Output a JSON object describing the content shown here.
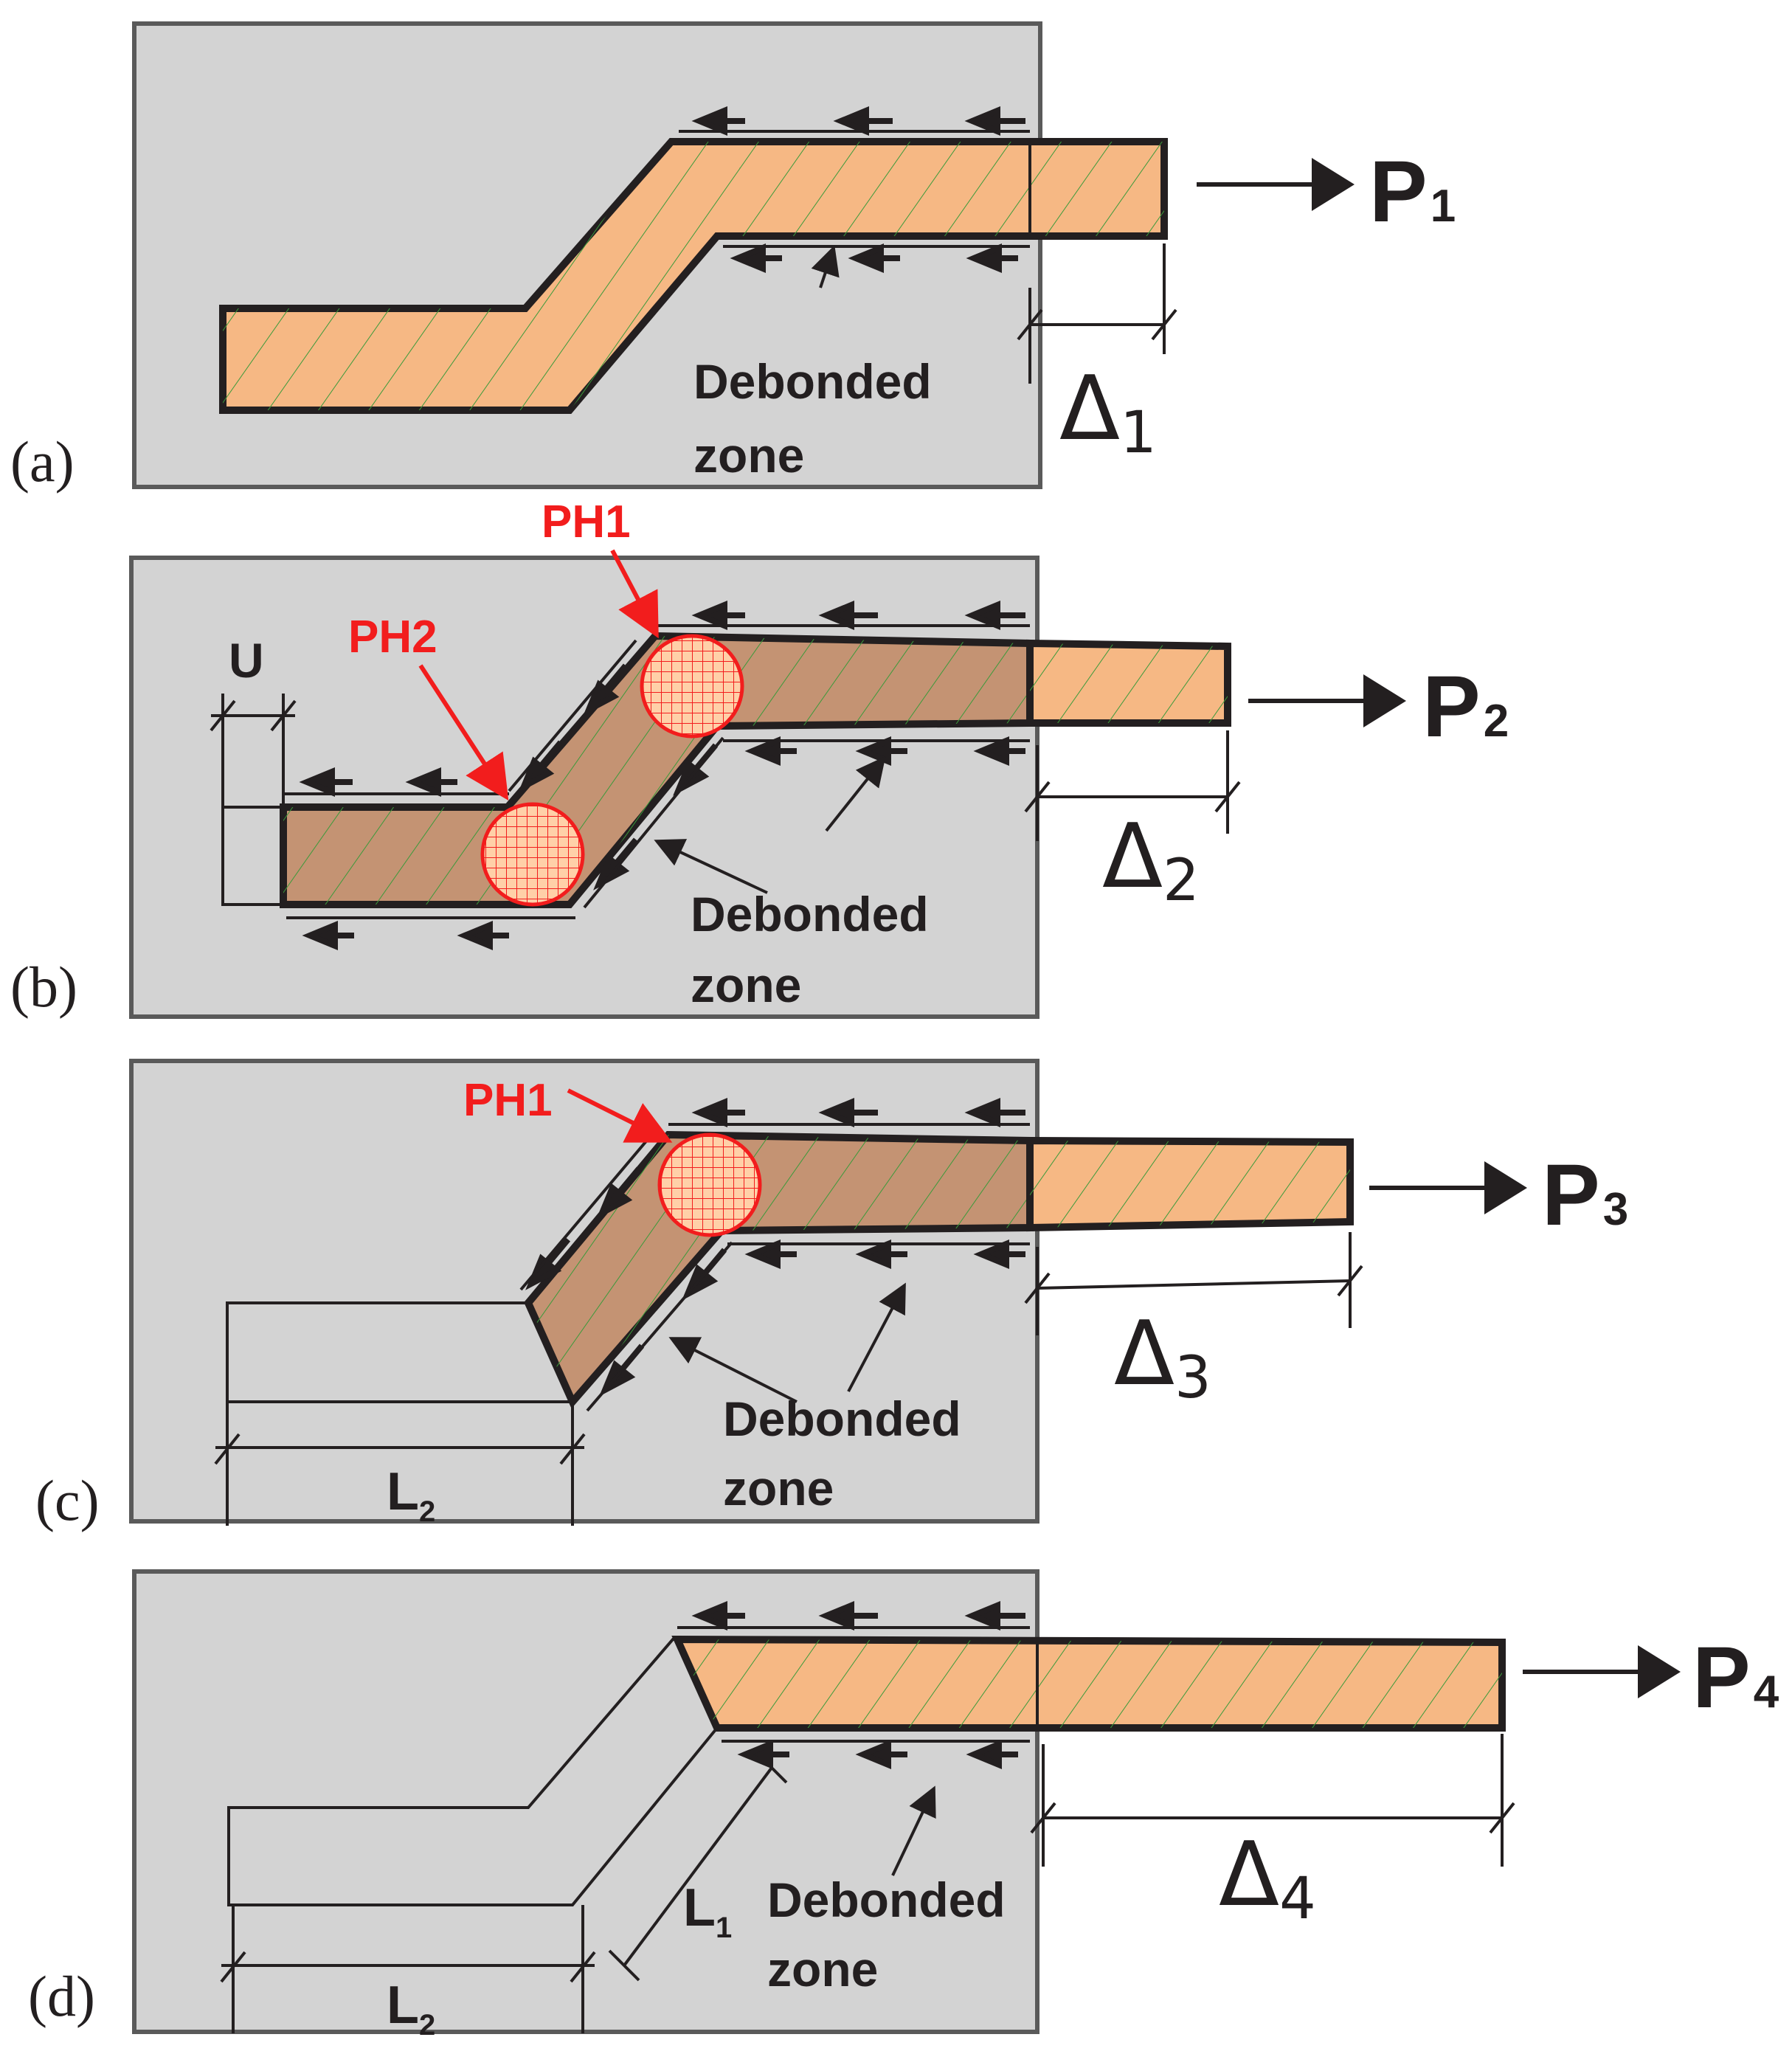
{
  "panels": [
    {
      "id": "a",
      "panel_label": "(a)",
      "load_label": "P",
      "load_sub": "1",
      "delta_label": "Δ",
      "delta_sub": "1",
      "debond_line1": "Debonded",
      "debond_line2": "zone"
    },
    {
      "id": "b",
      "panel_label": "(b)",
      "load_label": "P",
      "load_sub": "2",
      "delta_label": "Δ",
      "delta_sub": "2",
      "debond_line1": "Debonded",
      "debond_line2": "zone",
      "ph1": "PH1",
      "ph2": "PH2",
      "u_label": "U"
    },
    {
      "id": "c",
      "panel_label": "(c)",
      "load_label": "P",
      "load_sub": "3",
      "delta_label": "Δ",
      "delta_sub": "3",
      "debond_line1": "Debonded",
      "debond_line2": "zone",
      "ph1": "PH1",
      "l2_label": "L",
      "l2_sub": "2"
    },
    {
      "id": "d",
      "panel_label": "(d)",
      "load_label": "P",
      "load_sub": "4",
      "delta_label": "Δ",
      "delta_sub": "4",
      "debond_line1": "Debonded",
      "debond_line2": "zone",
      "l1_label": "L",
      "l1_sub": "1",
      "l2_label": "L",
      "l2_sub": "2"
    }
  ],
  "colors": {
    "concrete": "#d3d3d3",
    "frp": "#f6b884",
    "frp_deformed": "#c49373",
    "hatch": "#3a9a3a",
    "hinge": "#f21d1d",
    "outline": "#231f20"
  }
}
